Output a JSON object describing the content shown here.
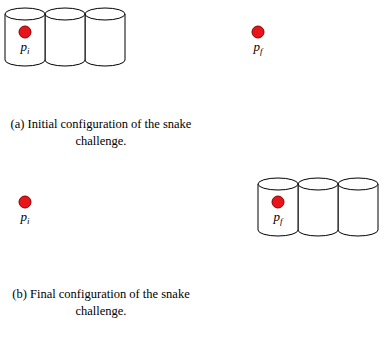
{
  "diagram": {
    "labels": [
      "pi",
      "pf",
      "(a) Initial configuration of the snake challenge.",
      "pi",
      "pf",
      "(b) Final configuration of the snake challenge."
    ]
  }
}
